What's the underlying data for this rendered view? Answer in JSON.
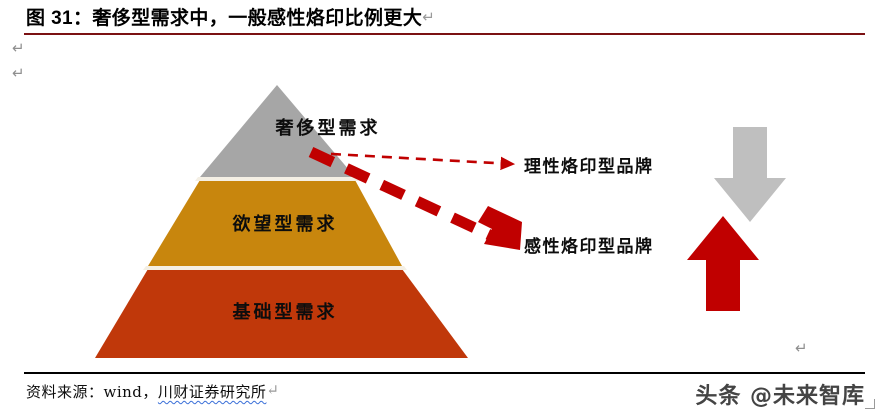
{
  "figure": {
    "title": "图 31：奢侈型需求中，一般感性烙印比例更大",
    "title_return_mark": "↵",
    "rule_color": "#7b1113"
  },
  "margin_marks": {
    "left_1": "↵",
    "left_2": "↵",
    "right_1": "↵"
  },
  "pyramid": {
    "tiers": [
      {
        "label": "奢侈型需求",
        "color": "#a6a6a6",
        "name": "luxury-demand"
      },
      {
        "label": "欲望型需求",
        "color": "#c8860d",
        "name": "desire-demand"
      },
      {
        "label": "基础型需求",
        "color": "#c0380a",
        "name": "basic-demand"
      }
    ]
  },
  "brand_labels": {
    "rational": "理性烙印型品牌",
    "emotional": "感性烙印型品牌"
  },
  "arrows": {
    "thin_dashed_color": "#c00000",
    "thick_dashed_color": "#c00000",
    "down_arrow_color": "#bfbfbf",
    "up_arrow_color": "#c00000"
  },
  "footer": {
    "source_prefix": "资料来源：wind，",
    "source_institution": "川财证券研究所",
    "source_return_mark": "↵",
    "watermark": "头条 @未来智库"
  }
}
